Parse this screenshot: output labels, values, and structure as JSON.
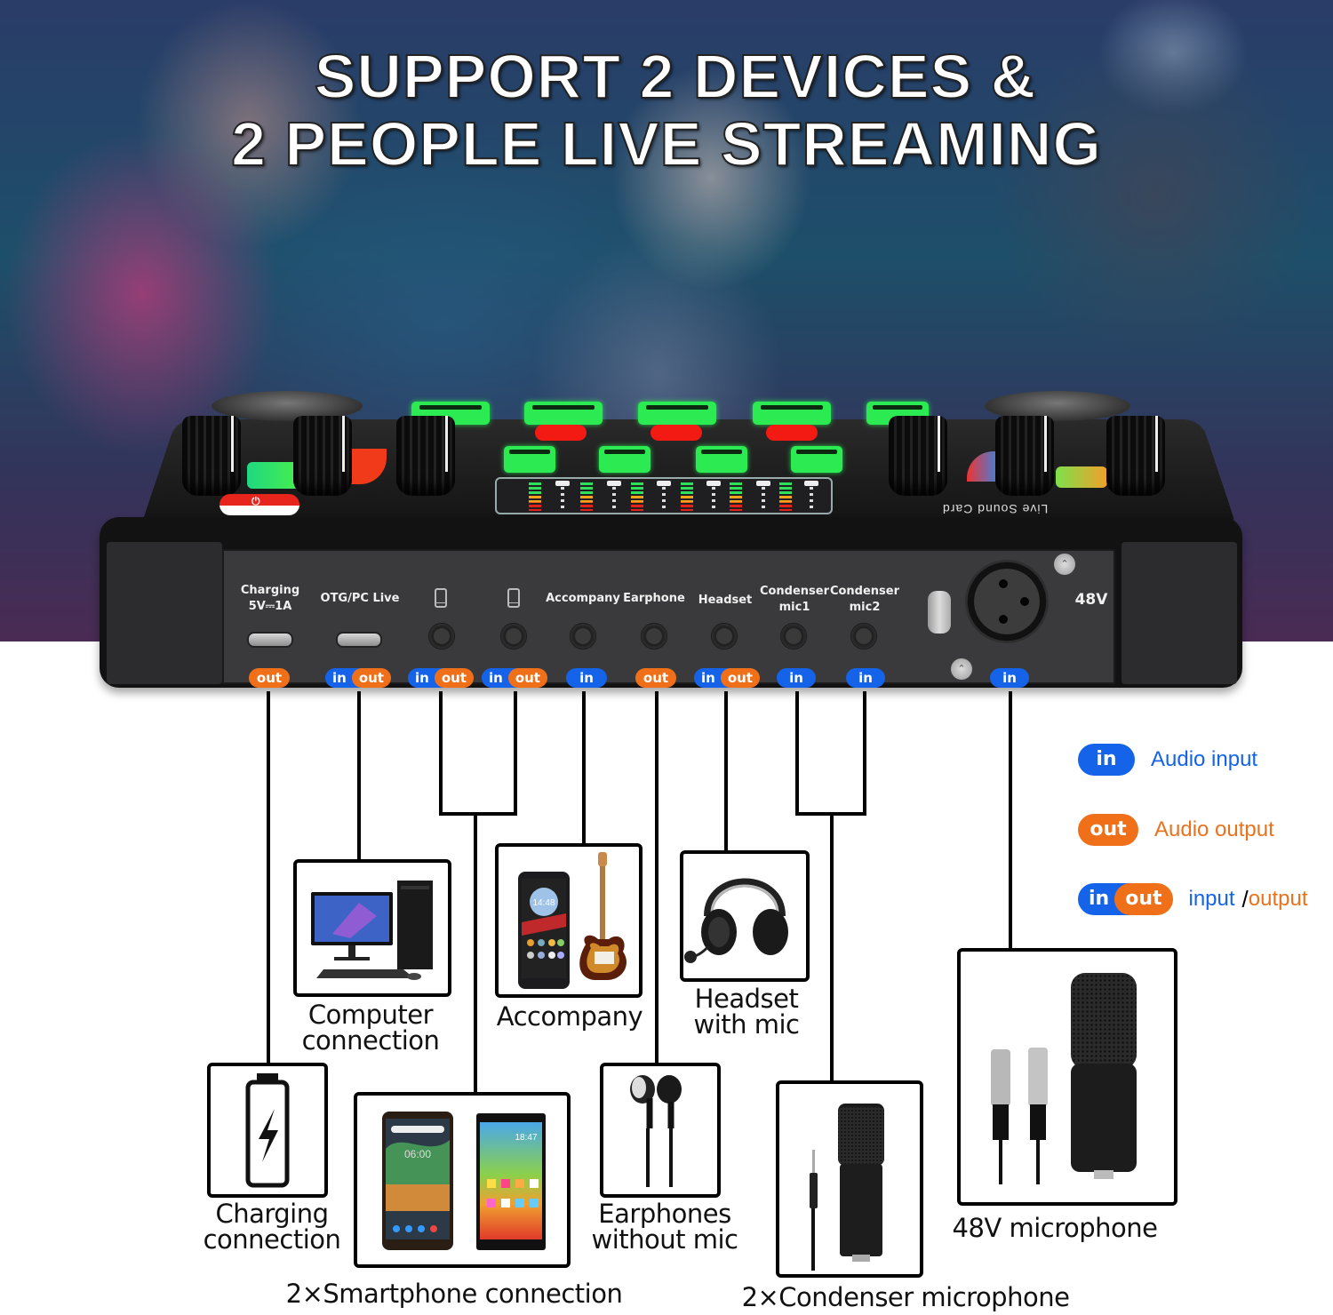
{
  "headline": {
    "line1": "SUPPORT 2 DEVICES &",
    "line2": "2 PEOPLE LIVE STREAMING"
  },
  "device": {
    "brand_text": "Live Sound Card",
    "power_symbol": "⏻",
    "xlr_label": "48V"
  },
  "ports": [
    {
      "id": "charging",
      "label": "Charging\n5V⎓1A",
      "type": "usb-c",
      "badges": [
        "out"
      ]
    },
    {
      "id": "otg-pc-live",
      "label": "OTG/PC Live",
      "type": "usb-c",
      "badges": [
        "in",
        "out"
      ]
    },
    {
      "id": "phone1",
      "label": "",
      "icon": "smartphone-icon",
      "type": "jack",
      "badges": [
        "in",
        "out"
      ]
    },
    {
      "id": "phone2",
      "label": "",
      "icon": "smartphone-icon",
      "type": "jack",
      "badges": [
        "in",
        "out"
      ]
    },
    {
      "id": "accompany",
      "label": "Accompany",
      "type": "jack",
      "badges": [
        "in"
      ]
    },
    {
      "id": "earphone",
      "label": "Earphone",
      "type": "jack",
      "badges": [
        "out"
      ]
    },
    {
      "id": "headset",
      "label": "Headset",
      "type": "jack",
      "badges": [
        "in",
        "out"
      ]
    },
    {
      "id": "condenser-mic1",
      "label": "Condenser\nmic1",
      "type": "jack",
      "badges": [
        "in"
      ]
    },
    {
      "id": "condenser-mic2",
      "label": "Condenser\nmic2",
      "type": "jack",
      "badges": [
        "in"
      ]
    },
    {
      "id": "xlr-48v",
      "label": "48V",
      "type": "xlr",
      "badges": [
        "in"
      ]
    }
  ],
  "badges": {
    "in": "in",
    "out": "out"
  },
  "legend": {
    "items": [
      {
        "badge": "in",
        "text": "Audio input",
        "color": "#1463e8"
      },
      {
        "badge": "out",
        "text": "Audio output",
        "color": "#e8731e"
      },
      {
        "badge": "in/out",
        "text_in": "input",
        "separator": "/",
        "text_out": "output"
      }
    ]
  },
  "devices": {
    "computer": "Computer\nconnection",
    "accompany": "Accompany",
    "headset": "Headset\nwith mic",
    "charging": "Charging\nconnection",
    "smartphones": "2×Smartphone connection",
    "earphones": "Earphones\nwithout mic",
    "condenser": "2×Condenser microphone",
    "mic48v": "48V microphone"
  },
  "screens": {
    "accompany_phone_time": "14:48",
    "smartphone1_time": "06:00",
    "smartphone2_time": "18:47"
  },
  "colors": {
    "in_blue": "#1463e8",
    "out_orange": "#f07019",
    "pad_green": "#2bea52",
    "button_red": "#f21a12"
  }
}
